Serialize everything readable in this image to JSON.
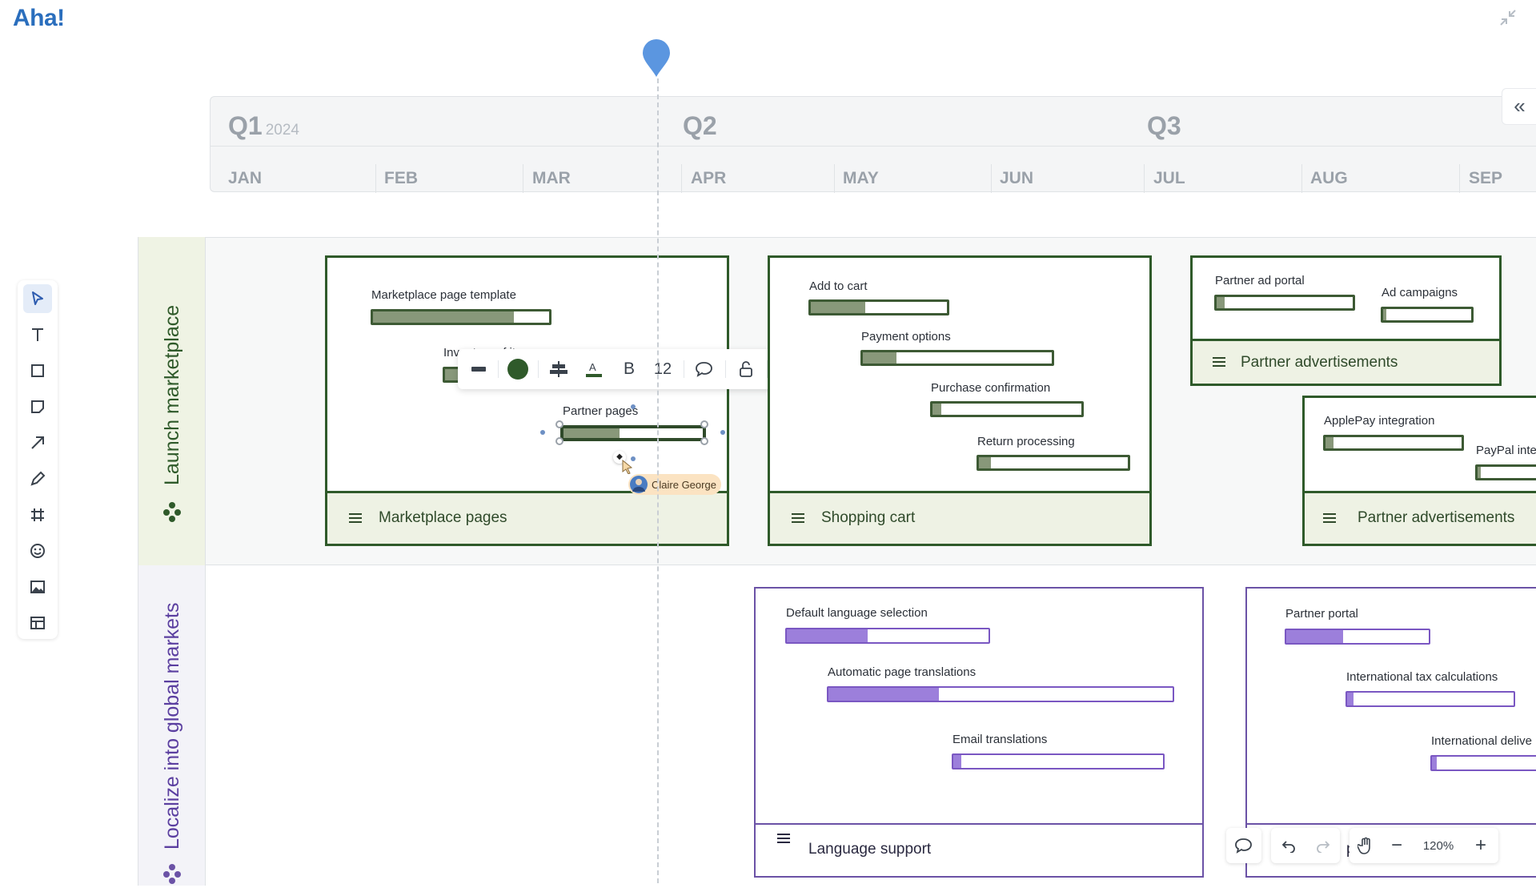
{
  "app": {
    "logo": "Aha!"
  },
  "timeline": {
    "quarters": [
      {
        "label": "Q1",
        "year": "2024"
      },
      {
        "label": "Q2",
        "year": ""
      },
      {
        "label": "Q3",
        "year": ""
      }
    ],
    "months": [
      "JAN",
      "FEB",
      "MAR",
      "APR",
      "MAY",
      "JUN",
      "JUL",
      "AUG",
      "SEP"
    ]
  },
  "lanes": [
    {
      "title": "Launch marketplace",
      "color": "#2f5a2a"
    },
    {
      "title": "Localize into global markets",
      "color": "#6b52a6"
    }
  ],
  "boxes": {
    "marketplace": {
      "footer": "Marketplace pages",
      "features": [
        {
          "label": "Marketplace page template",
          "progress": 0.8
        },
        {
          "label": "Inventory of items",
          "progress": 0.3
        },
        {
          "label": "Partner pages",
          "progress": 0.4
        }
      ]
    },
    "shopping": {
      "footer": "Shopping cart",
      "features": [
        {
          "label": "Add to cart",
          "progress": 0.4
        },
        {
          "label": "Payment options",
          "progress": 0.18
        },
        {
          "label": "Purchase confirmation",
          "progress": 0.06
        },
        {
          "label": "Return processing",
          "progress": 0.08
        }
      ]
    },
    "partner_ads_1": {
      "footer": "Partner advertisements",
      "features": [
        {
          "label": "Partner ad portal",
          "progress": 0.06
        },
        {
          "label": "Ad campaigns",
          "progress": 0.04
        }
      ]
    },
    "partner_ads_2": {
      "footer": "Partner advertisements",
      "features": [
        {
          "label": "ApplePay integration",
          "progress": 0.06
        },
        {
          "label": "PayPal inte",
          "progress": 0.05
        }
      ]
    },
    "language": {
      "footer": "Language support",
      "features": [
        {
          "label": "Default language selection",
          "progress": 0.4
        },
        {
          "label": "Automatic page translations",
          "progress": 0.32
        },
        {
          "label": "Email translations",
          "progress": 0.04
        }
      ]
    },
    "partner_portal": {
      "footer": "p",
      "features": [
        {
          "label": "Partner portal",
          "progress": 0.4
        },
        {
          "label": "International tax calculations",
          "progress": 0.04
        },
        {
          "label": "International delive",
          "progress": 0.04
        }
      ]
    }
  },
  "toolbar": {
    "font_size": "12"
  },
  "collaborator": {
    "name": "Claire George"
  },
  "zoom": {
    "level": "120%"
  },
  "colors": {
    "green": "#2f5a2a",
    "purple": "#6b52a6",
    "accent": "#2a6ebd"
  }
}
